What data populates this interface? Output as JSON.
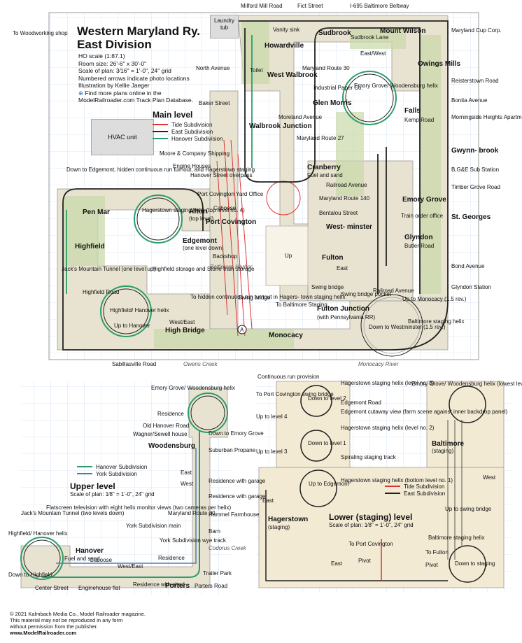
{
  "title_line1": "Western Maryland Ry.",
  "title_line2": "East Division",
  "info": {
    "scale": "HO scale (1:87.1)",
    "room": "Room size: 26'-6\" x 30'-0\"",
    "plan_scale": "Scale of plan: 3⁄16\" = 1'-0\", 24\" grid",
    "arrows": "Numbered arrows indicate photo locations",
    "illustration": "Illustration by Kellie Jaeger",
    "link1": "Find more plans online in the",
    "link2": "ModelRailroader.com Track Plan Database."
  },
  "legend_main": {
    "title": "Main level",
    "items": [
      {
        "label": "Tide Subdivision",
        "color": "#d33"
      },
      {
        "label": "East Subdivision",
        "color": "#222"
      },
      {
        "label": "Hanover Subdivision",
        "color": "#2a9d6a"
      }
    ]
  },
  "legend_upper": {
    "items": [
      {
        "label": "Hanover Subdivision",
        "color": "#2a9d6a"
      },
      {
        "label": "York Subdivision",
        "color": "#4a7fb5"
      }
    ]
  },
  "legend_lower": {
    "items": [
      {
        "label": "Tide Subdivision",
        "color": "#d33"
      },
      {
        "label": "East Subdivision",
        "color": "#222"
      }
    ]
  },
  "hvac": "HVAC unit",
  "laundry": "Laundry tub",
  "upper": {
    "title": "Upper level",
    "scale": "Scale of plan: 1⁄8\" = 1'-0\", 24\" grid"
  },
  "lower": {
    "title": "Lower (staging) level",
    "scale": "Scale of plan: 1⁄8\" = 1'-0\", 24\" grid"
  },
  "footer": {
    "l1": "© 2021 Kalmbach Media Co., Model Railroader magazine.",
    "l2": "This material may not be reproduced in any form",
    "l3": "without permission from the publisher.",
    "url": "www.ModelRailroader.com"
  },
  "labels": {
    "milford": "Milford Mill Road",
    "fict": "Fict Street",
    "i695": "I-695 Baltimore Beltway",
    "maryland_cup": "Maryland Cup Corp.",
    "woodworking": "To Woodworking shop",
    "vanity": "Vanity sink",
    "howardville": "Howardville",
    "sudbrook": "Sudbrook",
    "sudbrook_lane": "Sudbrook Lane",
    "mount_wilson": "Mount Wilson",
    "east_west_a": "East/West",
    "owings_mills": "Owings Mills",
    "reisterstown": "Reisterstown Road",
    "north_ave": "North Avenue",
    "toilet": "Toilet",
    "west_walbrook": "West Walbrook",
    "md30": "Maryland Route 30",
    "emory_helix": "Emory Grove/ Woodensburg helix",
    "bonita": "Bonita Avenue",
    "baker": "Baker Street",
    "industrial": "Industrial Paper Co.",
    "glen_morris": "Glen Morris",
    "falls": "Falls",
    "kemp": "Kemp Road",
    "morningside": "Morningside Heights Apartment Building",
    "moreland": "Moreland Avenue",
    "walbrook_jct": "Walbrook Junction",
    "md27": "Maryland Route 27",
    "gwynnbrook": "Gwynn- brook",
    "moore": "Moore & Company Shipping",
    "engine_houses": "Engine Houses",
    "cranberry": "Cranberry",
    "fuel_sand": "Fuel and sand",
    "bge": "B,G&E Sub Station",
    "edgemont_down": "Down to Edgemont, hidden continuous run turnout, and Hagerstown staging",
    "hanover_st": "Hanover Street overpass",
    "railroad_ave": "Railroad Avenue",
    "timber_grove": "Timber Grove Road",
    "pen_mar": "Pen Mar",
    "hag_helix": "Hagerstown staging helix (top level no. 4)",
    "afton": "Afton",
    "afton_sub": "(top level)",
    "pc_yard": "Port Covington Yard Office",
    "caboose": "Caboose",
    "md140": "Maryland Route 140",
    "emory_grove": "Emory Grove",
    "st_georges": "St. Georges",
    "port_covington": "Port Covington",
    "bentalou": "Bentalou Street",
    "westminster": "West- minster",
    "train_order": "Train order office",
    "edgemont": "Edgemont",
    "edgemont_sub": "(one level down)",
    "highfield": "Highfield",
    "glyndon": "Glyndon",
    "butler": "Butler Road",
    "backshop": "Backshop",
    "balt_harbor": "Baltimore Harbor",
    "up": "Up",
    "fulton": "Fulton",
    "east_a": "East",
    "bond": "Bond Avenue",
    "jacks": "Jack's Mountain Tunnel (one level up)",
    "hf_storage": "Highfield storage and Stone train storage",
    "hf_road": "Highfield Road",
    "swing1": "Swing bridge",
    "swing2": "Swing bridge",
    "swing_pocket": "Swing bridge pocket",
    "railroad_ave2": "Railroad Avenue",
    "up_monocacy": "Up to Monocacy (1.5 rev.)",
    "glyndon_station": "Glyndon Station",
    "hidden_cont": "To hidden continuous run turnout in Hagers- town staging helix",
    "to_balt_staging": "To Baltimore Staging",
    "fulton_jct": "Fulton Junction",
    "fulton_jct_sub": "(with Pennsylvania RR)",
    "hf_helix": "Highfield/ Hanover helix",
    "up_hanover": "Up to Hanover",
    "west_east": "West/East",
    "high_bridge": "High Bridge",
    "monocacy": "Monocacy",
    "down_westminster": "Down to Westminster (1.5 rev.)",
    "balt_helix": "Baltimore staging helix",
    "sabillasville": "Sabillasville Road",
    "owens": "Owens Creek",
    "monocacy_river": "Monocacy River",
    "u_emory": "Emory Grove/ Woodensburg helix",
    "u_residence": "Residence",
    "u_old_hanover": "Old Hanover Road",
    "u_wagner": "Wagner/Sewell house",
    "u_down_emory": "Down to Emory Grove",
    "u_woodensburg": "Woodensburg",
    "u_suburban": "Suburban Propane",
    "u_east": "East",
    "u_west": "West",
    "u_res_garage1": "Residence with garage",
    "u_res_garage2": "Residence with garage",
    "u_hammel": "Hammel Farmhouse",
    "u_md30": "Maryland Route 30",
    "u_barn": "Barn",
    "u_jacks": "Jack's Mountain Tunnel (two levels down)",
    "u_flatscreen": "Flatscreen television with eight helix monitor views (two cameras per helix)",
    "u_york_main": "York Subdivision main",
    "u_york_wye": "York Subdivision wye track",
    "u_codorus": "Codorus Creek",
    "u_hf_helix": "Highfield/ Hanover helix",
    "u_hanover": "Hanover",
    "u_fuel": "Fuel and sand",
    "u_caboose": "Caboose",
    "u_residence2": "Residence",
    "u_west_east": "West/East",
    "u_trailer": "Trailer Park",
    "u_down_hf": "Down to Highfield",
    "u_center": "Center Street",
    "u_enginehouse": "Enginehouse flat",
    "u_res_shed": "Residence with shed",
    "u_porters": "Porters",
    "u_porters_rd": "Porters Road",
    "l_cont": "Continuous run provision",
    "l_to_pc": "To Port Covington swing bridge",
    "l_down2": "Down to level 2",
    "l_hag3": "Hagerstown staging helix (level no. 3)",
    "l_edgemont_rd": "Edgemont Road",
    "l_cutaway": "Edgemont cutaway view (farm scene against inner backdrop panel)",
    "l_up4": "Up to level 4",
    "l_hag2": "Hagerstown staging helix (level no. 2)",
    "l_down1": "Down to level 1",
    "l_up3": "Up to level 3",
    "l_spiral": "Spiraling staging track",
    "l_up_edgemont": "Up to Edgemont",
    "l_hag1": "Hagerstown staging helix (bottom level no. 1)",
    "l_east1": "East",
    "l_hagerstown": "Hagerstown",
    "l_hag_sub": "(staging)",
    "l_emory": "Emory Grove/ Woodensburg helix (lowest level)",
    "l_baltimore": "Baltimore",
    "l_balt_sub": "(staging)",
    "l_west": "West",
    "l_up_swing": "Up to swing bridge",
    "l_balt_helix": "Baltimore staging helix",
    "l_to_pc2": "To Port Covington",
    "l_pivot1": "Pivot",
    "l_to_fulton": "To Fulton",
    "l_pivot2": "Pivot",
    "l_east2": "East",
    "l_down_staging": "Down to staging",
    "photo_a": "A"
  }
}
